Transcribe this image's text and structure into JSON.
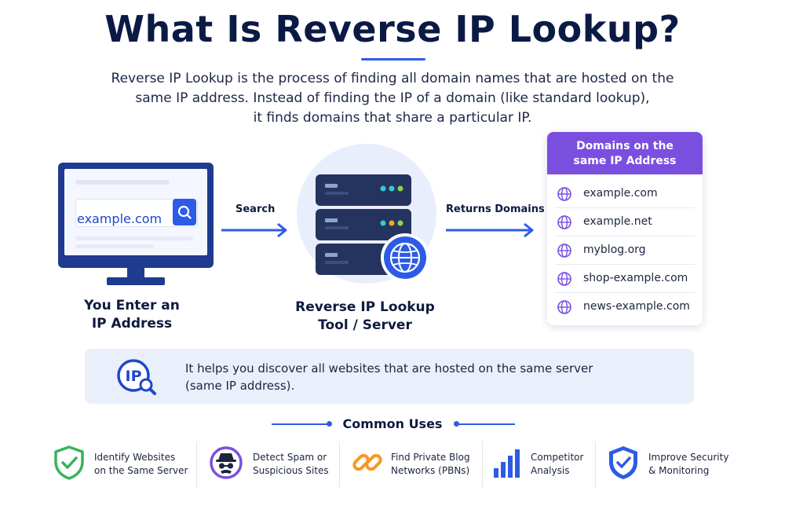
{
  "title": "What Is Reverse IP Lookup?",
  "intro": {
    "line1": "Reverse IP Lookup is the process of finding all domain names that are hosted on the",
    "line2": "same IP address. Instead of finding the IP of a domain (like standard lookup),",
    "line3": "it finds domains that share a particular IP."
  },
  "step1": {
    "search_value": "example.com",
    "label_line1": "You Enter an",
    "label_line2": "IP Address"
  },
  "arrow1_label": "Search",
  "step2": {
    "label_line1": "Reverse IP Lookup",
    "label_line2": "Tool / Server"
  },
  "arrow2_label": "Returns Domains",
  "domains_card": {
    "header_line1": "Domains on the",
    "header_line2": "same IP Address",
    "domains": [
      "example.com",
      "example.net",
      "myblog.org",
      "shop-example.com",
      "news-example.com"
    ]
  },
  "banner": {
    "icon_text": "IP",
    "line1": "It helps you discover all websites that are hosted on the same server",
    "line2": "(same IP address)."
  },
  "common_uses": {
    "title": "Common Uses",
    "items": [
      {
        "line1": "Identify Websites",
        "line2": "on the Same Server",
        "icon": "shield-check-icon"
      },
      {
        "line1": "Detect Spam or",
        "line2": "Suspicious Sites",
        "icon": "spy-icon"
      },
      {
        "line1": "Find Private Blog",
        "line2": "Networks (PBNs)",
        "icon": "chain-link-icon"
      },
      {
        "line1": "Competitor",
        "line2": "Analysis",
        "icon": "bar-chart-icon"
      },
      {
        "line1": "Improve Security",
        "line2": "& Monitoring",
        "icon": "shield-security-icon"
      }
    ]
  },
  "colors": {
    "navy": "#0b1a45",
    "blue": "#2f5bea",
    "purple": "#7a4fe0",
    "green": "#35b45a",
    "orange": "#f59a23"
  }
}
